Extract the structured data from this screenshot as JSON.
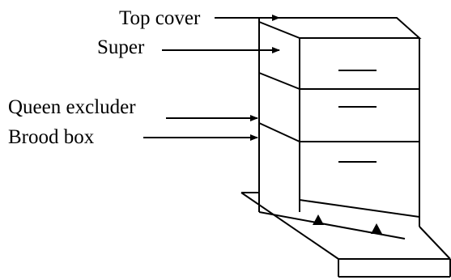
{
  "labels": {
    "top_cover": "Top cover",
    "super": "Super",
    "queen_excluder": "Queen excluder",
    "brood_box": "Brood box"
  },
  "colors": {
    "line": "#000000",
    "background": "#ffffff"
  }
}
